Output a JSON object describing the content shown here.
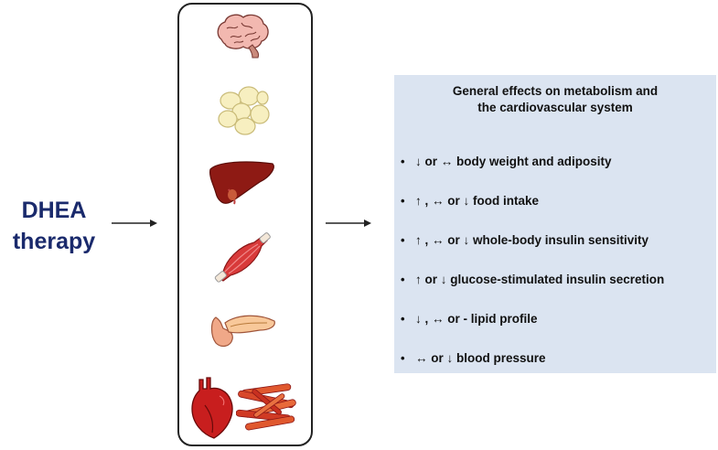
{
  "title": {
    "line1": "DHEA",
    "line2": "therapy"
  },
  "organs": [
    "brain-icon",
    "adipose-tissue-icon",
    "liver-icon",
    "skeletal-muscle-icon",
    "pancreas-icon",
    "heart-icon",
    "vasculature-icon"
  ],
  "effects": {
    "heading_line1": "General effects on metabolism and",
    "heading_line2": "the cardiovascular system",
    "bullet": "•",
    "items": [
      "↓ or ↔ body weight and adiposity",
      "↑ , ↔ or ↓ food intake",
      "↑ , ↔ or ↓ whole-body insulin sensitivity",
      "↑ or ↓ glucose-stimulated insulin secretion",
      "↓ , ↔ or ‑ lipid profile",
      "↔ or ↓ blood pressure"
    ]
  },
  "colors": {
    "title": "#1a2a6c",
    "panel": "#dbe4f1",
    "brain": "#f2b8b0",
    "fat": "#f7efc0",
    "liver": "#8e1a14",
    "muscle": "#d83a3a",
    "pancreas": "#f0a888",
    "heart": "#c81e1e"
  }
}
